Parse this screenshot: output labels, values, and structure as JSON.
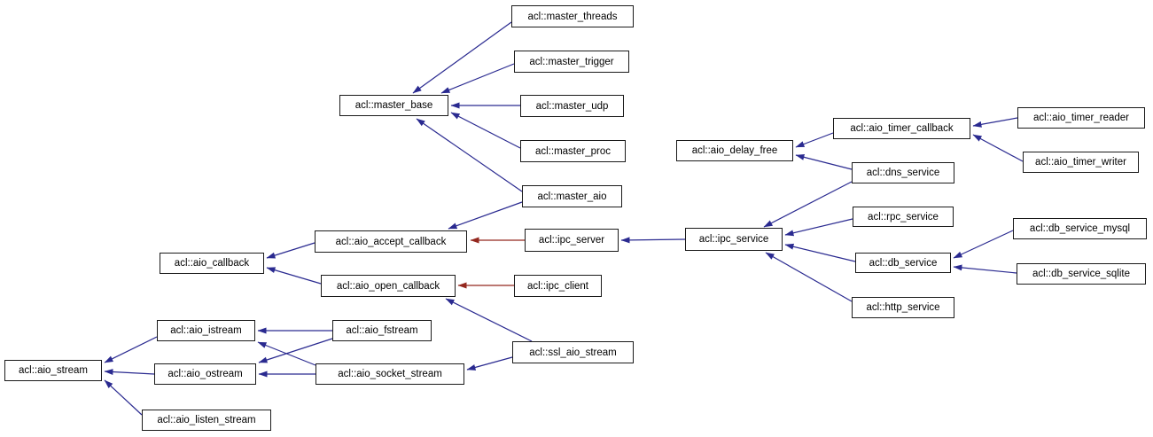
{
  "diagram": {
    "type": "inheritance-graph",
    "colors": {
      "background": "#ffffff",
      "node_fill": "#ffffff",
      "node_border": "#1a1a1a",
      "text": "#000000",
      "edge_public_inheritance": "#2a2a90",
      "edge_private_inheritance": "#94281f"
    },
    "nodes": [
      {
        "id": "master_threads",
        "label": "acl::master_threads"
      },
      {
        "id": "master_trigger",
        "label": "acl::master_trigger"
      },
      {
        "id": "master_base",
        "label": "acl::master_base"
      },
      {
        "id": "master_udp",
        "label": "acl::master_udp"
      },
      {
        "id": "master_proc",
        "label": "acl::master_proc"
      },
      {
        "id": "master_aio",
        "label": "acl::master_aio"
      },
      {
        "id": "aio_accept_callback",
        "label": "acl::aio_accept_callback"
      },
      {
        "id": "ipc_server",
        "label": "acl::ipc_server"
      },
      {
        "id": "aio_callback",
        "label": "acl::aio_callback"
      },
      {
        "id": "aio_open_callback",
        "label": "acl::aio_open_callback"
      },
      {
        "id": "ipc_client",
        "label": "acl::ipc_client"
      },
      {
        "id": "aio_delay_free",
        "label": "acl::aio_delay_free"
      },
      {
        "id": "aio_timer_callback",
        "label": "acl::aio_timer_callback"
      },
      {
        "id": "dns_service",
        "label": "acl::dns_service"
      },
      {
        "id": "aio_timer_reader",
        "label": "acl::aio_timer_reader"
      },
      {
        "id": "aio_timer_writer",
        "label": "acl::aio_timer_writer"
      },
      {
        "id": "ipc_service",
        "label": "acl::ipc_service"
      },
      {
        "id": "rpc_service",
        "label": "acl::rpc_service"
      },
      {
        "id": "db_service",
        "label": "acl::db_service"
      },
      {
        "id": "http_service",
        "label": "acl::http_service"
      },
      {
        "id": "db_service_mysql",
        "label": "acl::db_service_mysql"
      },
      {
        "id": "db_service_sqlite",
        "label": "acl::db_service_sqlite"
      },
      {
        "id": "aio_istream",
        "label": "acl::aio_istream"
      },
      {
        "id": "aio_fstream",
        "label": "acl::aio_fstream"
      },
      {
        "id": "aio_stream",
        "label": "acl::aio_stream"
      },
      {
        "id": "aio_ostream",
        "label": "acl::aio_ostream"
      },
      {
        "id": "aio_socket_stream",
        "label": "acl::aio_socket_stream"
      },
      {
        "id": "ssl_aio_stream",
        "label": "acl::ssl_aio_stream"
      },
      {
        "id": "aio_listen_stream",
        "label": "acl::aio_listen_stream"
      }
    ],
    "edges": [
      {
        "from": "master_threads",
        "to": "master_base",
        "relation": "public"
      },
      {
        "from": "master_trigger",
        "to": "master_base",
        "relation": "public"
      },
      {
        "from": "master_udp",
        "to": "master_base",
        "relation": "public"
      },
      {
        "from": "master_proc",
        "to": "master_base",
        "relation": "public"
      },
      {
        "from": "master_aio",
        "to": "master_base",
        "relation": "public"
      },
      {
        "from": "master_aio",
        "to": "aio_accept_callback",
        "relation": "public"
      },
      {
        "from": "aio_accept_callback",
        "to": "aio_callback",
        "relation": "public"
      },
      {
        "from": "aio_open_callback",
        "to": "aio_callback",
        "relation": "public"
      },
      {
        "from": "ipc_server",
        "to": "aio_accept_callback",
        "relation": "private"
      },
      {
        "from": "ipc_client",
        "to": "aio_open_callback",
        "relation": "private"
      },
      {
        "from": "ipc_service",
        "to": "ipc_server",
        "relation": "public"
      },
      {
        "from": "aio_timer_callback",
        "to": "aio_delay_free",
        "relation": "public"
      },
      {
        "from": "dns_service",
        "to": "aio_delay_free",
        "relation": "public"
      },
      {
        "from": "aio_timer_reader",
        "to": "aio_timer_callback",
        "relation": "public"
      },
      {
        "from": "aio_timer_writer",
        "to": "aio_timer_callback",
        "relation": "public"
      },
      {
        "from": "dns_service",
        "to": "ipc_service",
        "relation": "public"
      },
      {
        "from": "rpc_service",
        "to": "ipc_service",
        "relation": "public"
      },
      {
        "from": "db_service",
        "to": "ipc_service",
        "relation": "public"
      },
      {
        "from": "http_service",
        "to": "ipc_service",
        "relation": "public"
      },
      {
        "from": "db_service_mysql",
        "to": "db_service",
        "relation": "public"
      },
      {
        "from": "db_service_sqlite",
        "to": "db_service",
        "relation": "public"
      },
      {
        "from": "ssl_aio_stream",
        "to": "aio_open_callback",
        "relation": "public"
      },
      {
        "from": "ssl_aio_stream",
        "to": "aio_socket_stream",
        "relation": "public"
      },
      {
        "from": "aio_fstream",
        "to": "aio_istream",
        "relation": "public"
      },
      {
        "from": "aio_fstream",
        "to": "aio_ostream",
        "relation": "public"
      },
      {
        "from": "aio_socket_stream",
        "to": "aio_istream",
        "relation": "public"
      },
      {
        "from": "aio_socket_stream",
        "to": "aio_ostream",
        "relation": "public"
      },
      {
        "from": "aio_istream",
        "to": "aio_stream",
        "relation": "public"
      },
      {
        "from": "aio_ostream",
        "to": "aio_stream",
        "relation": "public"
      },
      {
        "from": "aio_listen_stream",
        "to": "aio_stream",
        "relation": "public"
      }
    ]
  }
}
